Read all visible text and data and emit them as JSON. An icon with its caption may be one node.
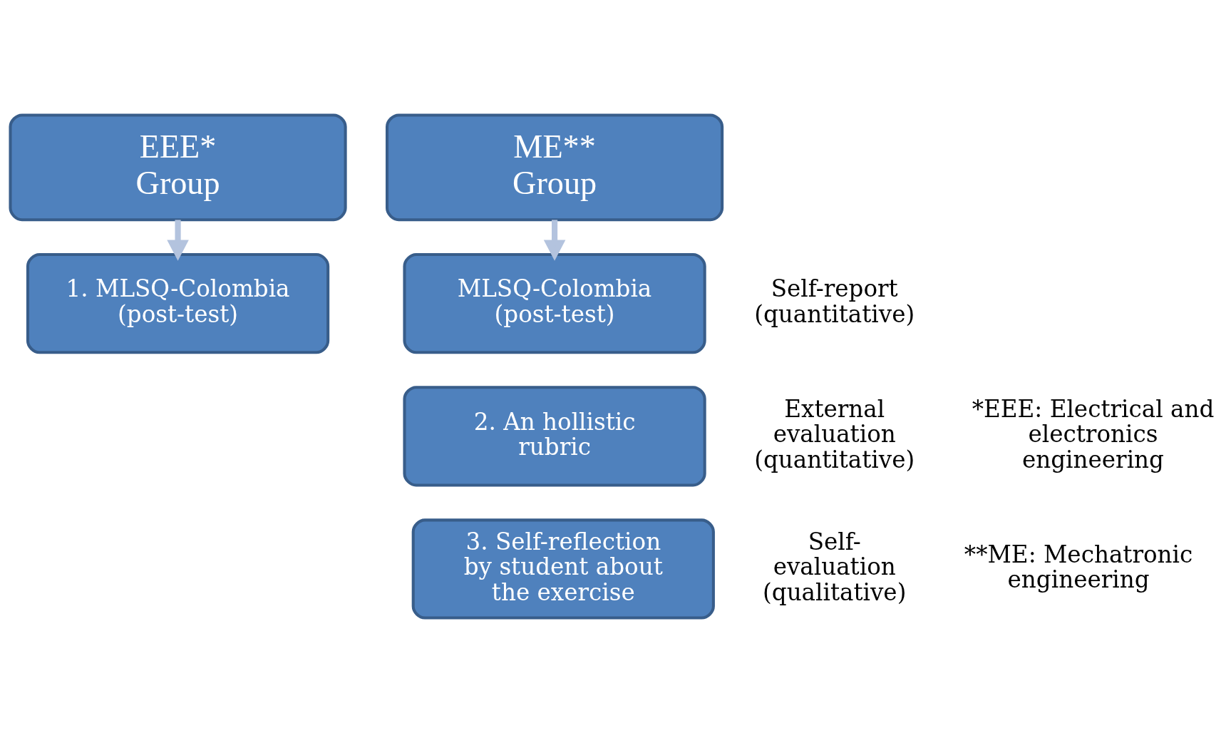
{
  "diagram": {
    "nodes": [
      {
        "text": [
          "EEE* Group"
        ]
      },
      {
        "text": [
          "ME** Group"
        ]
      },
      {
        "text": [
          "1. MLSQ-Colombia (post-test)"
        ]
      },
      {
        "text": [
          "MLSQ-Colombia (post-test)"
        ]
      },
      {
        "text": [
          "2. An hollistic rubric"
        ]
      },
      {
        "text": [
          "3. Self-reflection by student about the exercise"
        ]
      }
    ],
    "edges": [
      {
        "from": 0,
        "to": 2,
        "arrow": "to"
      },
      {
        "from": 1,
        "to": 3,
        "arrow": "to"
      }
    ],
    "labels": [
      "Self-report (quantitative)",
      "External evaluation (quantitative)",
      "Self-evaluation (qualitative)",
      "*EEE: Electrical and electronics engineering",
      "**ME: Mechatronic engineering"
    ]
  }
}
